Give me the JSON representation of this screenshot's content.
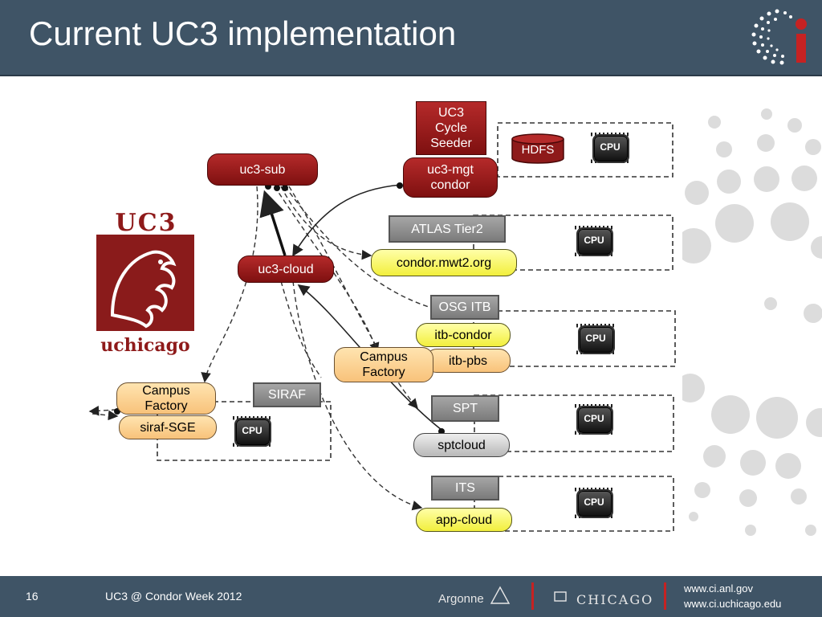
{
  "header": {
    "title": "Current UC3 implementation"
  },
  "footer": {
    "page_number": "16",
    "event": "UC3 @ Condor Week 2012",
    "argonne": "Argonne",
    "chicago": "CHICAGO",
    "link1": "www.ci.anl.gov",
    "link2": "www.ci.uchicago.edu"
  },
  "logo": {
    "uc3": "UC3",
    "uchicago": "uchicago"
  },
  "nodes": {
    "uc3_sub": "uc3-sub",
    "uc3_cloud": "uc3-cloud",
    "cycle_seeder": "UC3\nCycle\nSeeder",
    "uc3_mgt": "uc3-mgt\ncondor",
    "hdfs": "HDFS",
    "atlas": "ATLAS Tier2",
    "mwt2": "condor.mwt2.org",
    "osg_itb": "OSG ITB",
    "itb_condor": "itb-condor",
    "itb_pbs": "itb-pbs",
    "campus_factory_mid": "Campus\nFactory",
    "campus_factory_left": "Campus\nFactory",
    "siraf": "SIRAF",
    "siraf_sge": "siraf-SGE",
    "spt": "SPT",
    "sptcloud": "sptcloud",
    "its": "ITS",
    "app_cloud": "app-cloud",
    "cpu_label": "CPU"
  },
  "colors": {
    "header": "#3f5466",
    "red": "#8e1a1a",
    "yellow": "#f6f35a",
    "orange": "#f9c987",
    "gray": "#8c8c8c"
  }
}
